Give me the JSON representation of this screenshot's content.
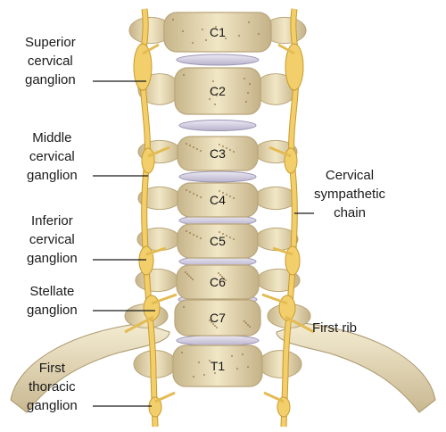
{
  "vertebrae": [
    "C1",
    "C2",
    "C3",
    "C4",
    "C5",
    "C6",
    "C7",
    "T1"
  ],
  "labels": {
    "superior": [
      "Superior",
      "cervical",
      "ganglion"
    ],
    "middle": [
      "Middle",
      "cervical",
      "ganglion"
    ],
    "inferior": [
      "Inferior",
      "cervical",
      "ganglion"
    ],
    "stellate": [
      "Stellate",
      "ganglion"
    ],
    "first_thoracic": [
      "First",
      "thoracic",
      "ganglion"
    ],
    "chain": [
      "Cervical",
      "sympathetic",
      "chain"
    ],
    "first_rib": "First rib"
  },
  "colors": {
    "bone": "#ede2bc",
    "bone_shadow": "#b9a57a",
    "disc": "#d9d3e6",
    "nerve": "#f2cf6a",
    "nerve_edge": "#c99a2e",
    "leader": "#1a1a1a"
  }
}
